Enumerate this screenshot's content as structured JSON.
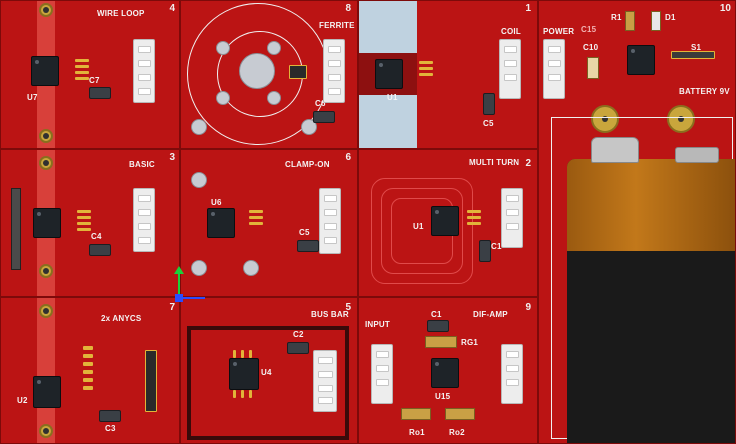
{
  "panels": {
    "wire_loop": {
      "title": "WIRE LOOP",
      "num": "4",
      "ic": "U7",
      "cap": "C7"
    },
    "ferrite": {
      "title": "FERRITE",
      "num": "8",
      "cap": "C6"
    },
    "coil": {
      "title": "COIL",
      "num": "1",
      "ic": "U1",
      "cap": "C5"
    },
    "power": {
      "title": "POWER",
      "cap_a": "C10",
      "cap_b": "C15",
      "r": "R1",
      "d": "D1",
      "s": "S1",
      "battery": "BATTERY 9V",
      "num": "10"
    },
    "basic": {
      "title": "BASIC",
      "num": "3",
      "cap": "C4"
    },
    "clamp_on": {
      "title": "CLAMP-ON",
      "num": "6",
      "ic": "U6",
      "cap": "C5"
    },
    "multi_turn": {
      "title": "MULTI TURN",
      "num": "2",
      "ic": "U1",
      "cap": "C1"
    },
    "anycs": {
      "title": "2x ANYCS",
      "num": "7",
      "ic": "U2",
      "cap": "C3"
    },
    "bus_bar": {
      "title": "BUS BAR",
      "num": "5",
      "ic": "U4",
      "cap": "C2"
    },
    "dif_amp": {
      "title": "DIF-AMP",
      "num": "9",
      "input": "INPUT",
      "cap": "C1",
      "rg": "RG1",
      "ic": "U15",
      "r1": "Ro1",
      "r2": "Ro2"
    }
  },
  "colors": {
    "board": "#bb1414",
    "silk": "#f4f4f4",
    "pad": "#e2b43a"
  },
  "axes_icon": "xyz-axis-gizmo"
}
